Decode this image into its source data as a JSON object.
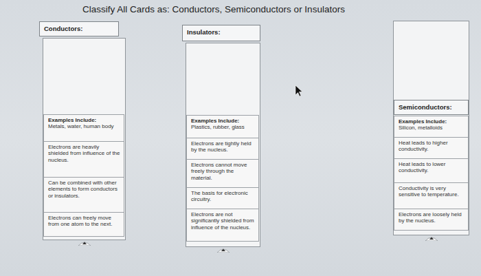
{
  "diagram": {
    "title": "Classify All Cards as: Conductors, Semiconductors or Insulators",
    "nodes": [
      {
        "text": [
          "Conductors:"
        ]
      },
      {
        "text": [
          "Examples Include:",
          "Metals, water, human body"
        ]
      },
      {
        "text": [
          "Electrons are heavily shielded from influence of the nucleus."
        ]
      },
      {
        "text": [
          "Can be combined with other elements to form conductors or insulators."
        ]
      },
      {
        "text": [
          "Electrons can freely move from one atom to the next."
        ]
      },
      {
        "text": [
          "Insulators:"
        ]
      },
      {
        "text": [
          "Examples Include:",
          "Plastics, rubber, glass"
        ]
      },
      {
        "text": [
          "Electrons are tightly held by the nucleus."
        ]
      },
      {
        "text": [
          "Electrons cannot move freely through the material."
        ]
      },
      {
        "text": [
          "The basis for electronic circuitry."
        ]
      },
      {
        "text": [
          "Electrons are not significantly shielded from influence of the nucleus."
        ]
      },
      {
        "text": [
          "Semiconductors:"
        ]
      },
      {
        "text": [
          "Examples Include:",
          "Silicon, metalloids"
        ]
      },
      {
        "text": [
          "Heat leads to higher conductivity."
        ]
      },
      {
        "text": [
          "Heat leads to lower conductivity."
        ]
      },
      {
        "text": [
          "Conductivity is very sensitive to temperature."
        ]
      },
      {
        "text": [
          "Electrons are loosely held by the nucleus."
        ]
      }
    ]
  }
}
